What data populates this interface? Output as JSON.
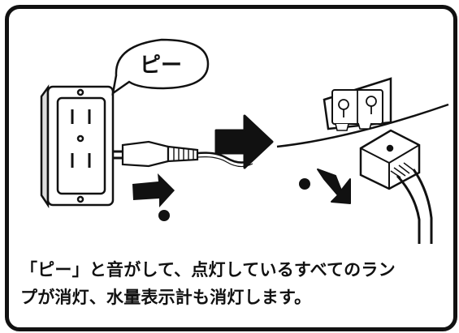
{
  "illustration": {
    "speech_bubble_text": "ピー",
    "icons": [
      "wall-outlet-icon",
      "power-plug-icon",
      "pull-arrow-icon",
      "step-arrow-icon",
      "appliance-socket-icon",
      "appliance-connector-icon",
      "dot-marker-icon"
    ]
  },
  "caption": {
    "line1": "「ピー」と音がして、点灯しているすべてのラン",
    "line2": "プが消灯、水量表示計も消灯します。"
  }
}
